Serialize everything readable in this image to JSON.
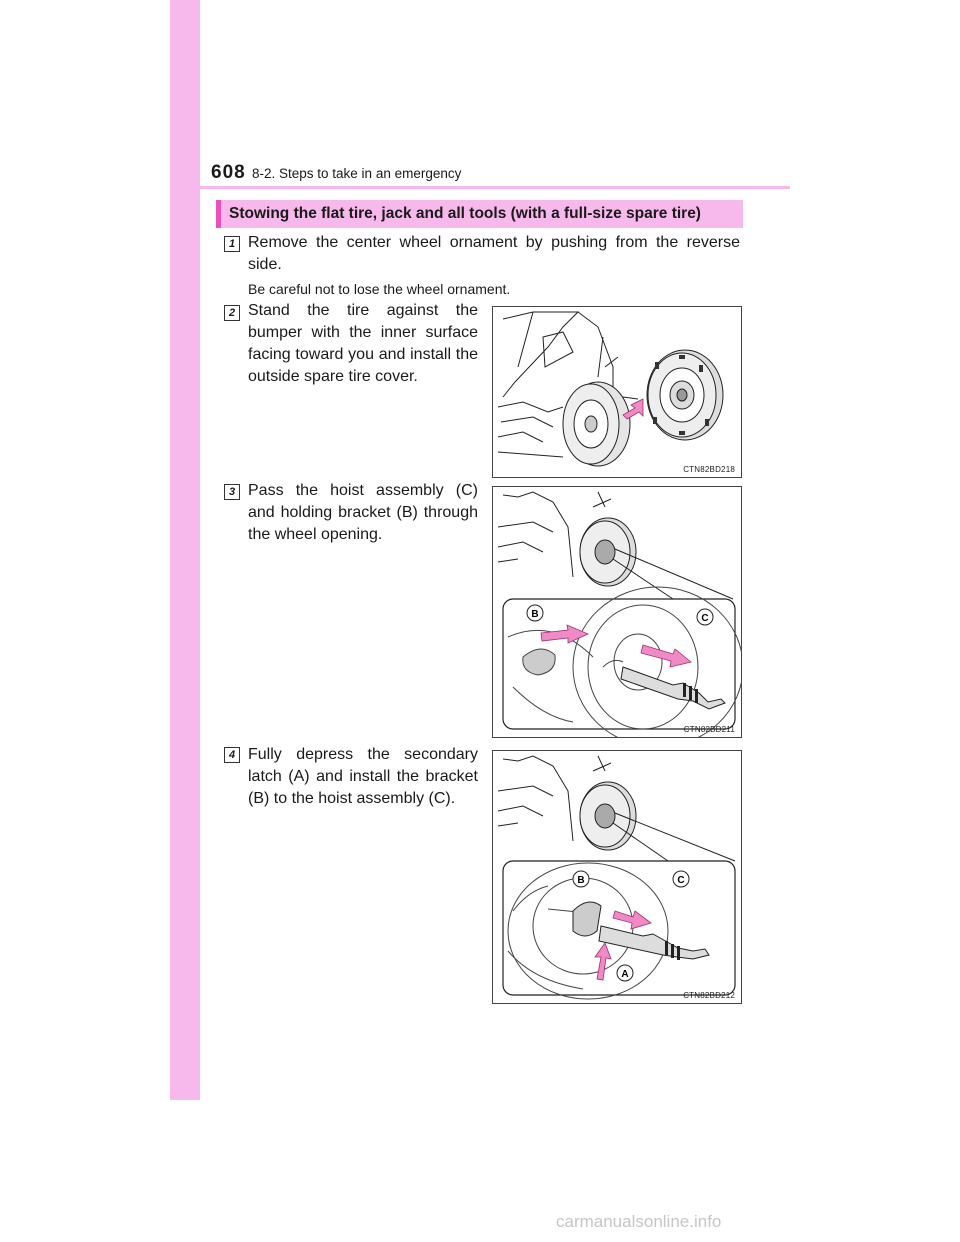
{
  "header": {
    "page_number": "608",
    "section": "8-2. Steps to take in an emergency"
  },
  "heading": "Stowing the flat tire, jack and all tools (with a full-size spare tire)",
  "steps": [
    {
      "number": "1",
      "text": "Remove the center wheel ornament by pushing from the reverse side.",
      "note": "Be careful not to lose the wheel ornament."
    },
    {
      "number": "2",
      "text": "Stand the tire against the bumper with the inner surface facing toward you and install the outside spare tire cover.",
      "figure_code": "CTN82BD218"
    },
    {
      "number": "3",
      "text": "Pass the hoist assembly (C) and holding bracket (B) through the wheel opening.",
      "figure_code": "CTN82BD211",
      "callouts": [
        "B",
        "C"
      ]
    },
    {
      "number": "4",
      "text": "Fully depress the secondary latch (A) and install the bracket (B) to the hoist assembly (C).",
      "figure_code": "CTN82BD212",
      "callouts": [
        "B",
        "C",
        "A"
      ]
    }
  ],
  "watermark": "carmanualsonline.info",
  "colors": {
    "accent_pink": "#f7b8ec",
    "accent_bar": "#ec4fb8",
    "arrow_pink": "#f08ac6"
  }
}
